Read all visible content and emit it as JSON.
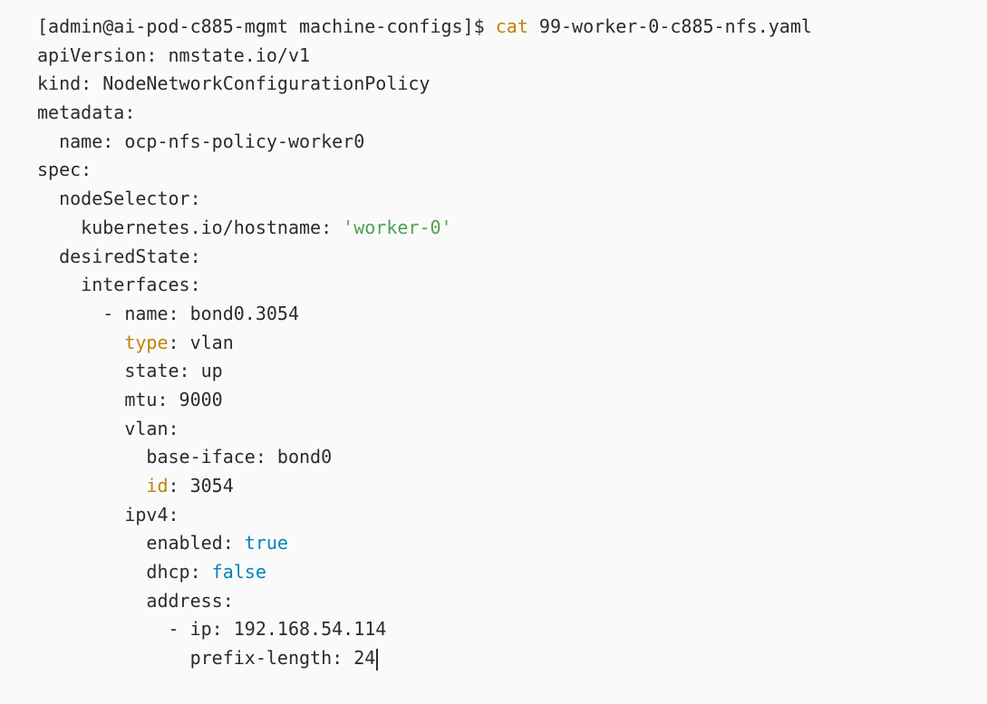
{
  "prompt": {
    "text": "[admin@ai-pod-c885-mgmt machine-configs]$ ",
    "command": "cat",
    "argument": " 99-worker-0-c885-nfs.yaml"
  },
  "yaml": {
    "l1": "apiVersion: nmstate.io/v1",
    "l2": "kind: NodeNetworkConfigurationPolicy",
    "l3": "metadata:",
    "l4": "  name: ocp-nfs-policy-worker0",
    "l5": "spec:",
    "l6": "  nodeSelector:",
    "l7_key": "    kubernetes.io/hostname: ",
    "l7_value": "'worker-0'",
    "l8": "  desiredState:",
    "l9": "    interfaces:",
    "l10": "      - name: bond0.3054",
    "l11_indent": "        ",
    "l11_key": "type",
    "l11_rest": ": vlan",
    "l12": "        state: up",
    "l13": "        mtu: 9000",
    "l14": "        vlan:",
    "l15": "          base-iface: bond0",
    "l16_indent": "          ",
    "l16_key": "id",
    "l16_rest": ": 3054",
    "l17": "        ipv4:",
    "l18_key": "          enabled: ",
    "l18_value": "true",
    "l19_key": "          dhcp: ",
    "l19_value": "false",
    "l20": "          address:",
    "l21": "            - ip: 192.168.54.114",
    "l22": "              prefix-length: 24"
  }
}
